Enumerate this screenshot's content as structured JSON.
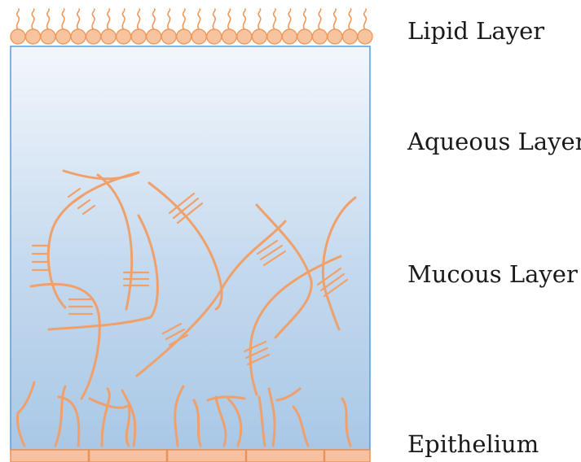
{
  "labels": {
    "lipid": "Lipid Layer",
    "aqueous": "Aqueous Layer",
    "mucous": "Mucous Layer",
    "epithelium": "Epithelium"
  },
  "colors": {
    "strand": "#f0a06a",
    "lipid_fill": "#f7c49f",
    "lipid_stroke": "#ee9a5f",
    "cell_fill": "#f7c0a0",
    "cell_border": "#e8925a",
    "gradient_top": "#f3f7fc",
    "gradient_bottom": "#a9c8e6",
    "box_border": "#5b9bd5",
    "text": "#1a1a1a"
  }
}
